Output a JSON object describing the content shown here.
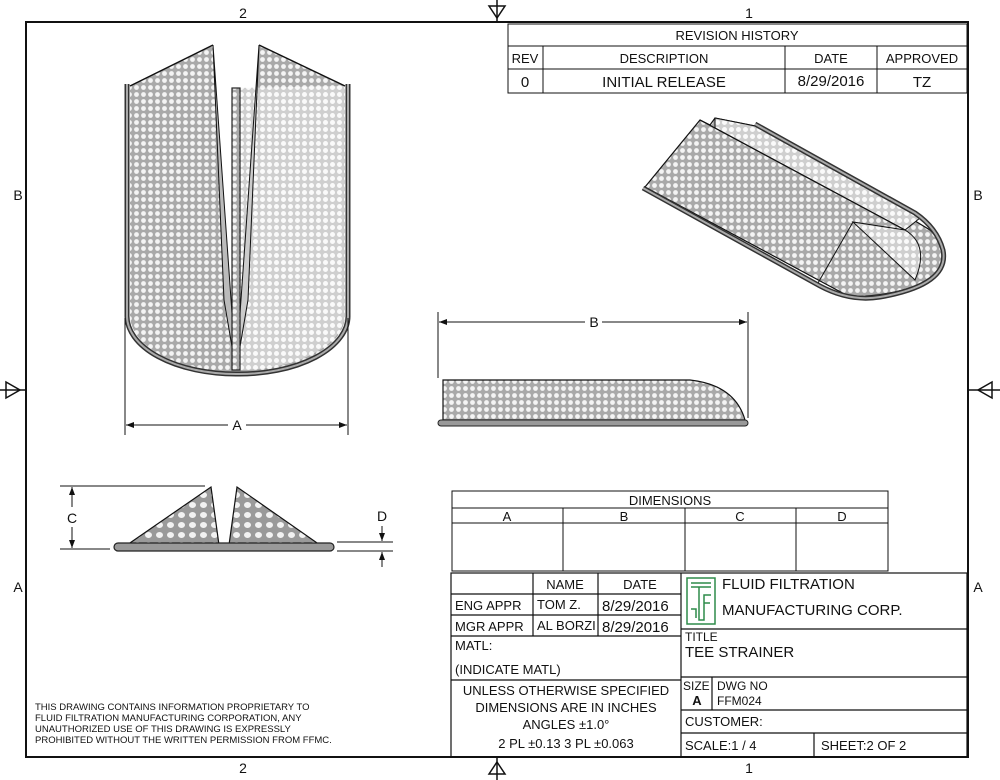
{
  "zones": {
    "top_left": "2",
    "top_right": "1",
    "bottom_left": "2",
    "bottom_right": "1",
    "left_upper": "B",
    "left_lower": "A",
    "right_upper": "B",
    "right_lower": "A"
  },
  "revision_history": {
    "title": "REVISION HISTORY",
    "headers": [
      "REV",
      "DESCRIPTION",
      "DATE",
      "APPROVED"
    ],
    "rows": [
      [
        "0",
        "INITIAL RELEASE",
        "8/29/2016",
        "TZ"
      ]
    ]
  },
  "views": {
    "dim_a": "A",
    "dim_b": "B",
    "dim_c": "C",
    "dim_d": "D"
  },
  "dimensions_table": {
    "title": "DIMENSIONS",
    "headers": [
      "A",
      "B",
      "C",
      "D"
    ],
    "values": [
      "",
      "",
      "",
      ""
    ]
  },
  "title_block": {
    "name_header": "NAME",
    "date_header": "DATE",
    "eng_appr_label": "ENG APPR",
    "eng_appr_name": "TOM Z.",
    "eng_appr_date": "8/29/2016",
    "mgr_appr_label": "MGR APPR",
    "mgr_appr_name": "AL BORZI",
    "mgr_appr_date": "8/29/2016",
    "matl_label": "MATL:",
    "matl_value": "(INDICATE MATL)",
    "notes": [
      "UNLESS OTHERWISE SPECIFIED",
      "DIMENSIONS ARE IN INCHES",
      "ANGLES ±1.0°",
      "2 PL ±0.13 3 PL ±0.063"
    ],
    "company_line1": "FLUID FILTRATION",
    "company_line2": "MANUFACTURING CORP.",
    "title_label": "TITLE",
    "title": "TEE STRAINER",
    "size_label": "SIZE",
    "size": "A",
    "dwg_no_label": "DWG NO",
    "dwg_no": "FFM024",
    "customer_label": "CUSTOMER:",
    "scale": "SCALE:1 / 4",
    "sheet": "SHEET:2  OF 2",
    "logo_color": "#2e8b4a"
  },
  "disclaimer": [
    "THIS DRAWING CONTAINS INFORMATION PROPRIETARY TO",
    "FLUID FILTRATION MANUFACTURING CORPORATION, ANY",
    "UNAUTHORIZED USE OF THIS DRAWING IS EXPRESSLY",
    "PROHIBITED WITHOUT THE WRITTEN PERMISSION FROM FFMC."
  ]
}
